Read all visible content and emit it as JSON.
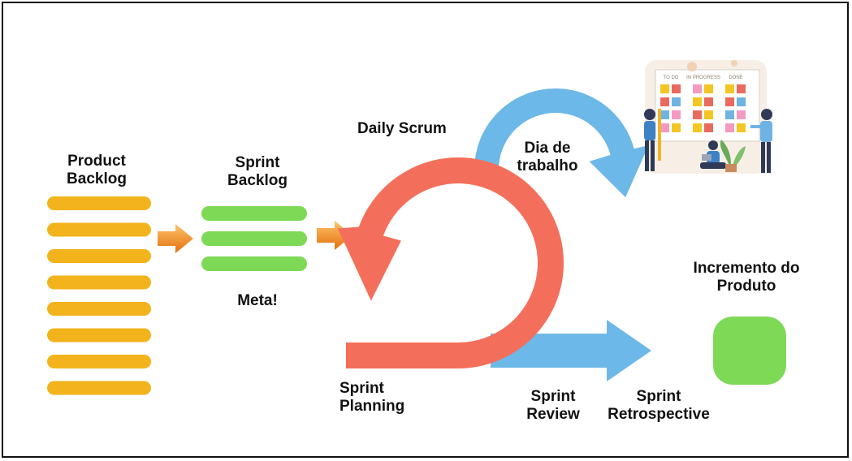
{
  "labels": {
    "product_backlog": [
      "Product",
      "Backlog"
    ],
    "sprint_backlog": [
      "Sprint",
      "Backlog"
    ],
    "meta": "Meta!",
    "daily_scrum": "Daily Scrum",
    "dia_de_trabalho": [
      "Dia de",
      "trabalho"
    ],
    "sprint_planning": [
      "Sprint",
      "Planning"
    ],
    "sprint_review": [
      "Sprint",
      "Review"
    ],
    "sprint_retrospective": [
      "Sprint",
      "Retrospective"
    ],
    "incremento": [
      "Incremento do",
      "Produto"
    ]
  },
  "kanban": {
    "columns": [
      "TO DO",
      "IN PROGRESS",
      "DONE"
    ]
  },
  "counts": {
    "product_backlog_bars": 8,
    "sprint_backlog_bars": 3
  },
  "colors": {
    "backlog_yellow": "#F2B31C",
    "sprint_green": "#7ED957",
    "scrum_red": "#F36F5B",
    "daily_blue": "#6CB8E8",
    "arrow_orange": "#F08A1C",
    "increment_green": "#7ED957"
  }
}
